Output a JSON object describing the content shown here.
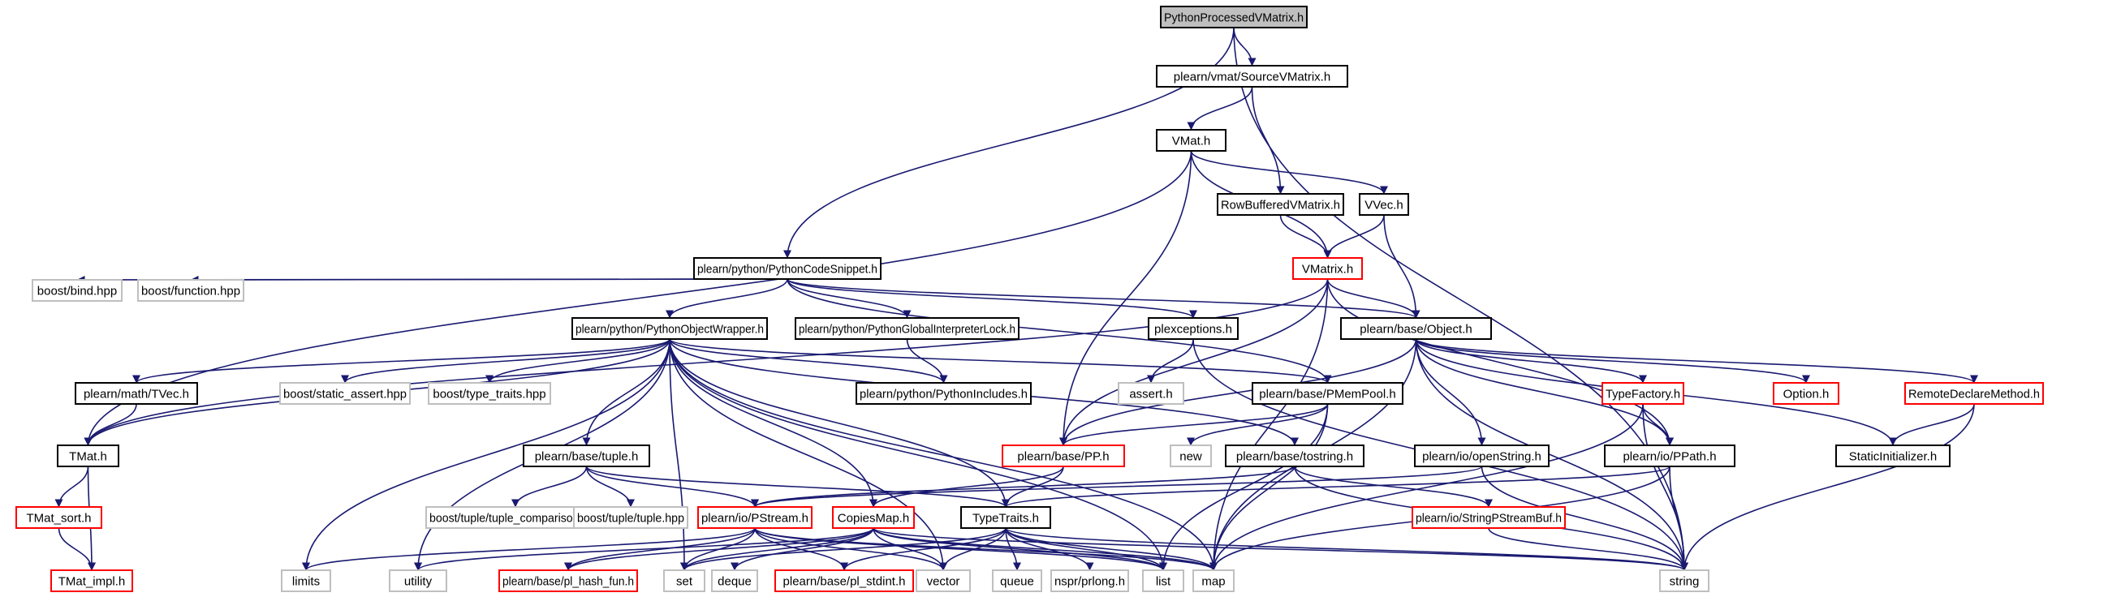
{
  "colors": {
    "edge": "#191970",
    "normal": "#000000",
    "root_fill": "#bfbfbf",
    "incomplete": "#ff0000",
    "system": "#bfbfbf",
    "system_text": "#808080"
  },
  "nodes": [
    {
      "id": "root",
      "label": "PythonProcessedVMatrix.h",
      "kind": "root"
    },
    {
      "id": "sourcevmat",
      "label": "plearn/vmat/SourceVMatrix.h",
      "kind": "normal"
    },
    {
      "id": "vmat",
      "label": "VMat.h",
      "kind": "normal"
    },
    {
      "id": "rowbuf",
      "label": "RowBufferedVMatrix.h",
      "kind": "normal"
    },
    {
      "id": "vvec",
      "label": "VVec.h",
      "kind": "normal"
    },
    {
      "id": "vmatrix",
      "label": "VMatrix.h",
      "kind": "incomplete"
    },
    {
      "id": "codesnippet",
      "label": "plearn/python/PythonCodeSnippet.h",
      "kind": "normal"
    },
    {
      "id": "boostbind",
      "label": "boost/bind.hpp",
      "kind": "system"
    },
    {
      "id": "boostfunc",
      "label": "boost/function.hpp",
      "kind": "system"
    },
    {
      "id": "objwrap",
      "label": "plearn/python/PythonObjectWrapper.h",
      "kind": "normal"
    },
    {
      "id": "gil",
      "label": "plearn/python/PythonGlobalInterpreterLock.h",
      "kind": "normal"
    },
    {
      "id": "plexc",
      "label": "plexceptions.h",
      "kind": "normal"
    },
    {
      "id": "object",
      "label": "plearn/base/Object.h",
      "kind": "normal"
    },
    {
      "id": "tvec",
      "label": "plearn/math/TVec.h",
      "kind": "normal"
    },
    {
      "id": "staticassert",
      "label": "boost/static_assert.hpp",
      "kind": "system"
    },
    {
      "id": "typetraitshpp",
      "label": "boost/type_traits.hpp",
      "kind": "system"
    },
    {
      "id": "pyincludes",
      "label": "plearn/python/PythonIncludes.h",
      "kind": "normal"
    },
    {
      "id": "asserth",
      "label": "assert.h",
      "kind": "system"
    },
    {
      "id": "pmempool",
      "label": "plearn/base/PMemPool.h",
      "kind": "normal"
    },
    {
      "id": "typefactory",
      "label": "TypeFactory.h",
      "kind": "incomplete"
    },
    {
      "id": "option",
      "label": "Option.h",
      "kind": "incomplete"
    },
    {
      "id": "remotedeclare",
      "label": "RemoteDeclareMethod.h",
      "kind": "incomplete"
    },
    {
      "id": "tmat",
      "label": "TMat.h",
      "kind": "normal"
    },
    {
      "id": "tuple",
      "label": "plearn/base/tuple.h",
      "kind": "normal"
    },
    {
      "id": "pph",
      "label": "plearn/base/PP.h",
      "kind": "incomplete"
    },
    {
      "id": "newh",
      "label": "new",
      "kind": "system"
    },
    {
      "id": "tostring",
      "label": "plearn/base/tostring.h",
      "kind": "normal"
    },
    {
      "id": "openstring",
      "label": "plearn/io/openString.h",
      "kind": "normal"
    },
    {
      "id": "ppath",
      "label": "plearn/io/PPath.h",
      "kind": "normal"
    },
    {
      "id": "staticinit",
      "label": "StaticInitializer.h",
      "kind": "normal"
    },
    {
      "id": "tmatsort",
      "label": "TMat_sort.h",
      "kind": "incomplete"
    },
    {
      "id": "tuplecmp",
      "label": "boost/tuple/tuple_comparison.hpp",
      "kind": "system"
    },
    {
      "id": "tuplehpp",
      "label": "boost/tuple/tuple.hpp",
      "kind": "system"
    },
    {
      "id": "pstream",
      "label": "plearn/io/PStream.h",
      "kind": "incomplete"
    },
    {
      "id": "copiesmap",
      "label": "CopiesMap.h",
      "kind": "incomplete"
    },
    {
      "id": "typetraits",
      "label": "TypeTraits.h",
      "kind": "normal"
    },
    {
      "id": "strbuf",
      "label": "plearn/io/StringPStreamBuf.h",
      "kind": "incomplete"
    },
    {
      "id": "tmatimpl",
      "label": "TMat_impl.h",
      "kind": "incomplete"
    },
    {
      "id": "limits",
      "label": "limits",
      "kind": "system"
    },
    {
      "id": "utility",
      "label": "utility",
      "kind": "system"
    },
    {
      "id": "hashfun",
      "label": "plearn/base/pl_hash_fun.h",
      "kind": "incomplete"
    },
    {
      "id": "set",
      "label": "set",
      "kind": "system"
    },
    {
      "id": "deque",
      "label": "deque",
      "kind": "system"
    },
    {
      "id": "stdint",
      "label": "plearn/base/pl_stdint.h",
      "kind": "incomplete"
    },
    {
      "id": "vector",
      "label": "vector",
      "kind": "system"
    },
    {
      "id": "queue",
      "label": "queue",
      "kind": "system"
    },
    {
      "id": "prlong",
      "label": "nspr/prlong.h",
      "kind": "system"
    },
    {
      "id": "list",
      "label": "list",
      "kind": "system"
    },
    {
      "id": "map",
      "label": "map",
      "kind": "system"
    },
    {
      "id": "string",
      "label": "string",
      "kind": "system"
    }
  ]
}
